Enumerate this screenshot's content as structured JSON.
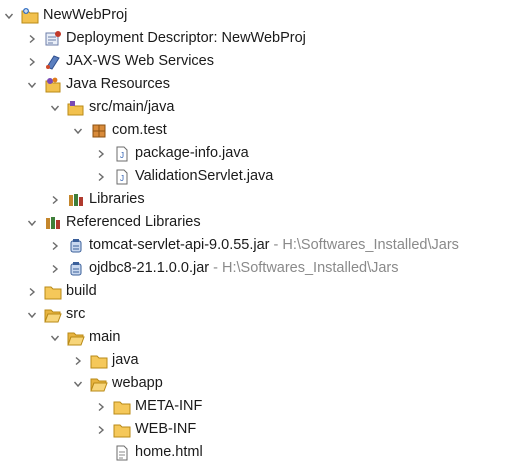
{
  "tree": {
    "items": [
      {
        "label": "NewWebProj",
        "path": "",
        "icon": "project-icon",
        "expanded": true,
        "hasChildren": true
      },
      {
        "label": "Deployment Descriptor: NewWebProj",
        "path": "",
        "icon": "deployment-descriptor-icon",
        "expanded": false,
        "hasChildren": true
      },
      {
        "label": "JAX-WS Web Services",
        "path": "",
        "icon": "web-services-icon",
        "expanded": false,
        "hasChildren": true
      },
      {
        "label": "Java Resources",
        "path": "",
        "icon": "java-resources-icon",
        "expanded": true,
        "hasChildren": true
      },
      {
        "label": "src/main/java",
        "path": "",
        "icon": "source-folder-icon",
        "expanded": true,
        "hasChildren": true
      },
      {
        "label": "com.test",
        "path": "",
        "icon": "package-icon",
        "expanded": true,
        "hasChildren": true
      },
      {
        "label": "package-info.java",
        "path": "",
        "icon": "java-file-icon",
        "expanded": false,
        "hasChildren": true
      },
      {
        "label": "ValidationServlet.java",
        "path": "",
        "icon": "java-file-icon",
        "expanded": false,
        "hasChildren": true
      },
      {
        "label": "Libraries",
        "path": "",
        "icon": "libraries-icon",
        "expanded": false,
        "hasChildren": true
      },
      {
        "label": "Referenced Libraries",
        "path": "",
        "icon": "libraries-icon",
        "expanded": true,
        "hasChildren": true
      },
      {
        "label": "tomcat-servlet-api-9.0.55.jar",
        "path": "- H:\\Softwares_Installed\\Jars",
        "icon": "jar-icon",
        "expanded": false,
        "hasChildren": true
      },
      {
        "label": "ojdbc8-21.1.0.0.jar",
        "path": "- H:\\Softwares_Installed\\Jars",
        "icon": "jar-icon",
        "expanded": false,
        "hasChildren": true
      },
      {
        "label": "build",
        "path": "",
        "icon": "folder-icon",
        "expanded": false,
        "hasChildren": true
      },
      {
        "label": "src",
        "path": "",
        "icon": "folder-open-icon",
        "expanded": true,
        "hasChildren": true
      },
      {
        "label": "main",
        "path": "",
        "icon": "folder-open-icon",
        "expanded": true,
        "hasChildren": true
      },
      {
        "label": "java",
        "path": "",
        "icon": "folder-icon",
        "expanded": false,
        "hasChildren": true
      },
      {
        "label": "webapp",
        "path": "",
        "icon": "folder-open-icon",
        "expanded": true,
        "hasChildren": true
      },
      {
        "label": "META-INF",
        "path": "",
        "icon": "folder-icon",
        "expanded": false,
        "hasChildren": true
      },
      {
        "label": "WEB-INF",
        "path": "",
        "icon": "folder-icon",
        "expanded": false,
        "hasChildren": true
      },
      {
        "label": "home.html",
        "path": "",
        "icon": "html-file-icon",
        "expanded": false,
        "hasChildren": false
      }
    ]
  }
}
